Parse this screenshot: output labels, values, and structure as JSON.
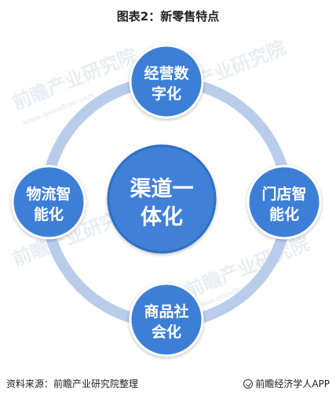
{
  "title": "图表2：新零售特点",
  "center": {
    "lines": [
      "渠道一",
      "体化"
    ]
  },
  "nodes": {
    "top": {
      "lines": [
        "经营数",
        "字化"
      ]
    },
    "right": {
      "lines": [
        "门店智",
        "能化"
      ]
    },
    "bottom": {
      "lines": [
        "商品社",
        "会化"
      ]
    },
    "left": {
      "lines": [
        "物流智",
        "能化"
      ]
    }
  },
  "watermark": {
    "main": "前瞻产业研究院",
    "sub": "www.qianzhan.com"
  },
  "footer": {
    "source": "资料来源：前瞻产业研究院整理",
    "brand": "前瞻经济学人APP"
  },
  "colors": {
    "ring": "#b9cdeb",
    "node_fill": "#3d7fd6",
    "node_border": "#ffffff",
    "center_fill": "#3f80d7",
    "center_border": "#2f6fc5"
  }
}
